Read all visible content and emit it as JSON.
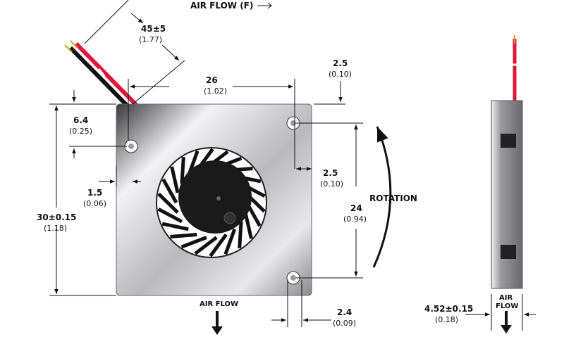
{
  "top_label": "AIR FLOW (F)",
  "dims": {
    "cable_length": {
      "main": "45±5",
      "inch": "(1.77)"
    },
    "width": {
      "main": "26",
      "inch": "(1.02)"
    },
    "top_offset": {
      "main": "2.5",
      "inch": "(0.10)"
    },
    "hole_offset_top": {
      "main": "6.4",
      "inch": "(0.25)"
    },
    "side_offset": {
      "main": "1.5",
      "inch": "(0.06)"
    },
    "right_offset": {
      "main": "2.5",
      "inch": "(0.10)"
    },
    "height": {
      "main": "30±0.15",
      "inch": "(1.18)"
    },
    "hole_spacing": {
      "main": "24",
      "inch": "(0.94)"
    },
    "hole_bottom": {
      "main": "2.4",
      "inch": "(0.09)"
    },
    "thickness": {
      "main": "4.52±0.15",
      "inch": "(0.18)"
    }
  },
  "rotation_label": "ROTATION",
  "airflow_front": "AIR FLOW",
  "airflow_side": [
    "AIR",
    "FLOW"
  ],
  "colors": {
    "wire_red": "#e0173c",
    "wire_black": "#111111",
    "pin": "#c9a227"
  }
}
